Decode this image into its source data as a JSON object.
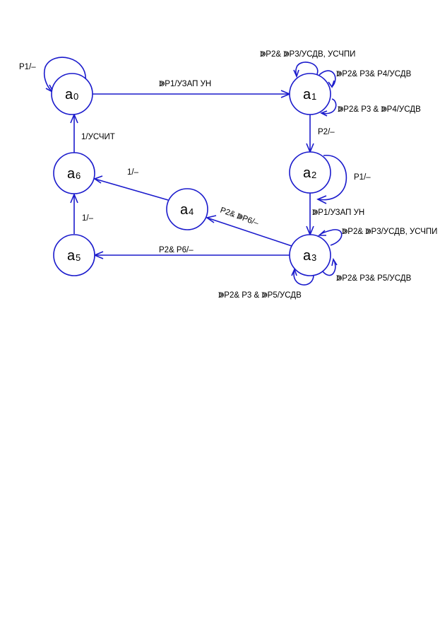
{
  "diagram": {
    "type": "state-machine",
    "colors": {
      "line": "#1a1acc",
      "text": "#000000",
      "background": "#ffffff"
    },
    "states": [
      {
        "id": "a0",
        "letter": "a",
        "index": "0"
      },
      {
        "id": "a1",
        "letter": "a",
        "index": "1"
      },
      {
        "id": "a2",
        "letter": "a",
        "index": "2"
      },
      {
        "id": "a3",
        "letter": "a",
        "index": "3"
      },
      {
        "id": "a4",
        "letter": "a",
        "index": "4"
      },
      {
        "id": "a5",
        "letter": "a",
        "index": "5"
      },
      {
        "id": "a6",
        "letter": "a",
        "index": "6"
      }
    ],
    "transitions": [
      {
        "from": "a0",
        "to": "a0",
        "label": "P1/–"
      },
      {
        "from": "a0",
        "to": "a1",
        "label": "ↇP1/УЗАП УН"
      },
      {
        "from": "a1",
        "to": "a1",
        "label": "ↇP2& ↇP3/УСДВ, УСЧПИ"
      },
      {
        "from": "a1",
        "to": "a1",
        "label": "ↇP2& P3& P4/УСДВ"
      },
      {
        "from": "a1",
        "to": "a1",
        "label": "ↇP2& P3 & ↇP4/УСДВ"
      },
      {
        "from": "a1",
        "to": "a2",
        "label": "P2/–"
      },
      {
        "from": "a2",
        "to": "a2",
        "label": "P1/–"
      },
      {
        "from": "a2",
        "to": "a3",
        "label": "ↇP1/УЗАП УН"
      },
      {
        "from": "a3",
        "to": "a3",
        "label": "ↇP2& ↇP3/УСДВ, УСЧПИ"
      },
      {
        "from": "a3",
        "to": "a3",
        "label": "ↇP2& P3& P5/УСДВ"
      },
      {
        "from": "a3",
        "to": "a3",
        "label": "ↇP2& P3 & ↇP5/УСДВ"
      },
      {
        "from": "a3",
        "to": "a4",
        "label": "P2& ↇP6/–"
      },
      {
        "from": "a3",
        "to": "a5",
        "label": "P2& P6/–"
      },
      {
        "from": "a4",
        "to": "a6",
        "label": "1/–"
      },
      {
        "from": "a5",
        "to": "a6",
        "label": "1/–"
      },
      {
        "from": "a6",
        "to": "a0",
        "label": "1/УСЧИТ"
      }
    ]
  }
}
